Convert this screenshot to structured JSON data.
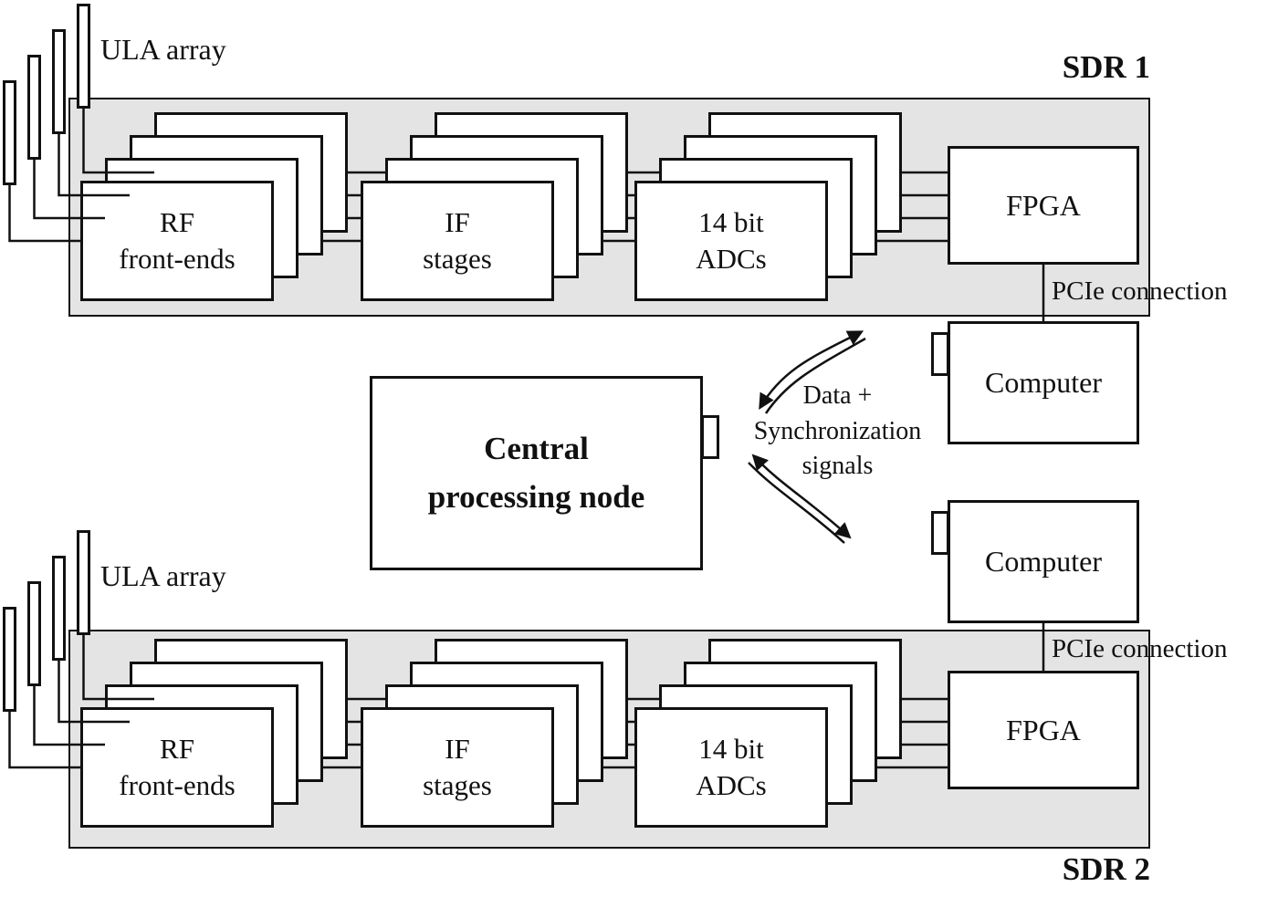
{
  "sdr1": {
    "label": "SDR 1",
    "ula_label": "ULA array",
    "rf": {
      "line1": "RF",
      "line2": "front-ends"
    },
    "if": {
      "line1": "IF",
      "line2": "stages"
    },
    "adc": {
      "line1": "14 bit",
      "line2": "ADCs"
    },
    "fpga_label": "FPGA",
    "pcie_label": "PCIe connection",
    "computer_label": "Computer"
  },
  "sdr2": {
    "label": "SDR 2",
    "ula_label": "ULA array",
    "rf": {
      "line1": "RF",
      "line2": "front-ends"
    },
    "if": {
      "line1": "IF",
      "line2": "stages"
    },
    "adc": {
      "line1": "14 bit",
      "line2": "ADCs"
    },
    "fpga_label": "FPGA",
    "pcie_label": "PCIe connection",
    "computer_label": "Computer"
  },
  "central_node": {
    "line1": "Central",
    "line2": "processing node"
  },
  "sync_label": {
    "line1": "Data +",
    "line2": "Synchronization",
    "line3": "signals"
  },
  "colors": {
    "enclosure_fill": "#e4e4e4",
    "stroke": "#111111",
    "box_fill": "#ffffff"
  }
}
